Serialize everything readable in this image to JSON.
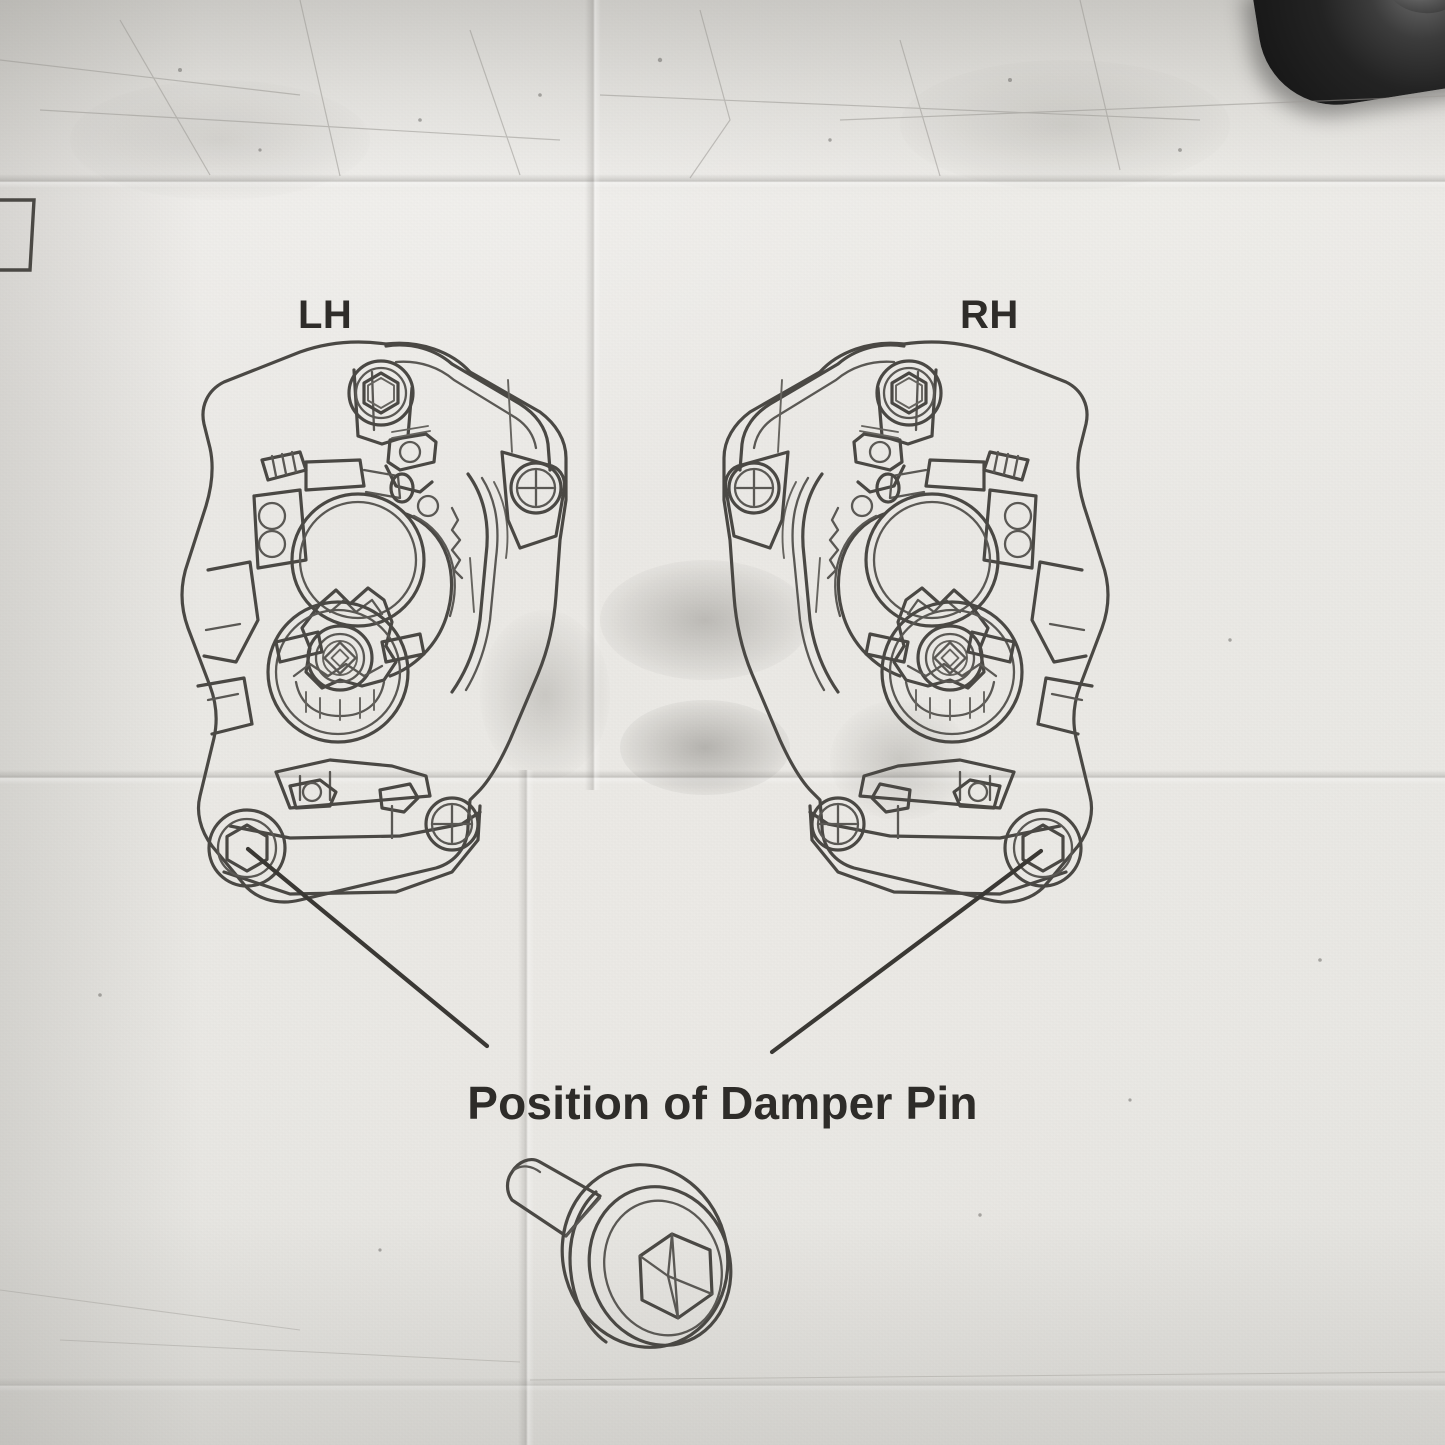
{
  "document": {
    "type": "technical-instruction-sheet",
    "medium": "photograph of a folded, creased printed paper diagram",
    "caption": "Position of Damper Pin"
  },
  "labels": {
    "left_caliper": "LH",
    "right_caliper": "RH",
    "caption": "Position of Damper Pin"
  },
  "diagram": {
    "title": "Position of Damper Pin",
    "subject": "Brake caliper assembly, left-hand and right-hand",
    "views": [
      {
        "id": "lh",
        "label": "LH",
        "description": "Left-hand brake caliper, exploded outline view",
        "damper_pin_location": "lower-left hex bolt",
        "leader_line": {
          "from": "lower-left hex bolt",
          "to": "caption"
        }
      },
      {
        "id": "rh",
        "label": "RH",
        "description": "Right-hand brake caliper, mirror image of LH",
        "damper_pin_location": "lower-right hex bolt",
        "leader_line": {
          "from": "lower-right hex bolt",
          "to": "caption"
        }
      }
    ],
    "detail_part": {
      "name": "damper-pin-bolt",
      "description": "Isometric view of the damper pin: cylindrical shaft, round flange head with hex socket"
    },
    "features": [
      "hex-head bolt (upper)",
      "phillips screw heads (2 per caliper)",
      "hex-head damper pin bolt (lower)",
      "piston bore with seal",
      "spring clip with zigzag detail",
      "bleeder nipple"
    ]
  },
  "colors": {
    "paper": "#e9e8e4",
    "ink": "#4a4844",
    "text": "#2e2c29",
    "leader": "#3a3834",
    "corner_object": "#1d1d1d"
  },
  "artifacts": {
    "fold_lines": [
      "horizontal at y=180",
      "horizontal at y=775",
      "vertical at x=592",
      "vertical at x=525 lower"
    ],
    "partial_box_top_left": true,
    "corner_object_top_right": true
  }
}
